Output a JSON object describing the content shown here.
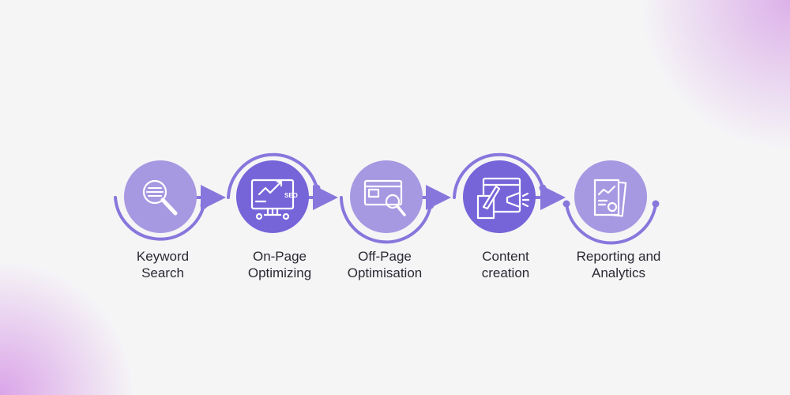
{
  "steps": [
    {
      "line1": "Keyword",
      "line2": "Search",
      "icon": "magnifier-icon",
      "tone": "light"
    },
    {
      "line1": "On-Page",
      "line2": "Optimizing",
      "icon": "seo-monitor-icon",
      "tone": "dark",
      "icon_text": "SEO"
    },
    {
      "line1": "Off-Page",
      "line2": "Optimisation",
      "icon": "browser-search-icon",
      "tone": "light"
    },
    {
      "line1": "Content",
      "line2": "creation",
      "icon": "content-megaphone-icon",
      "tone": "dark"
    },
    {
      "line1": "Reporting and",
      "line2": "Analytics",
      "icon": "report-chart-icon",
      "tone": "light"
    }
  ],
  "colors": {
    "light": "#a798e2",
    "dark": "#7664d9",
    "line": "#8777dc",
    "background": "#f5f5f6"
  }
}
